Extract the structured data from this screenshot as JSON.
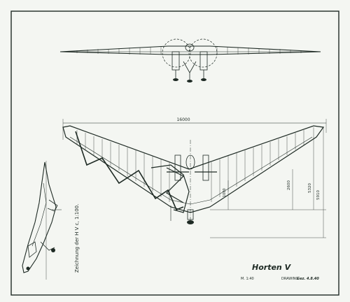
{
  "drawing": {
    "side_caption": "Zeichnung der H V c, 1:100.",
    "title": "Horten V",
    "scale": "M. 1:40",
    "signature": "DRAWING",
    "date_note": "Gez. 4.8.40"
  },
  "dimensions": {
    "span": "16000",
    "length_total": "5910",
    "length_center": "5320",
    "height_small": "1000",
    "height_mid": "2600"
  },
  "colors": {
    "ink": "#1e2a24",
    "paper": "#f4f6f2"
  }
}
